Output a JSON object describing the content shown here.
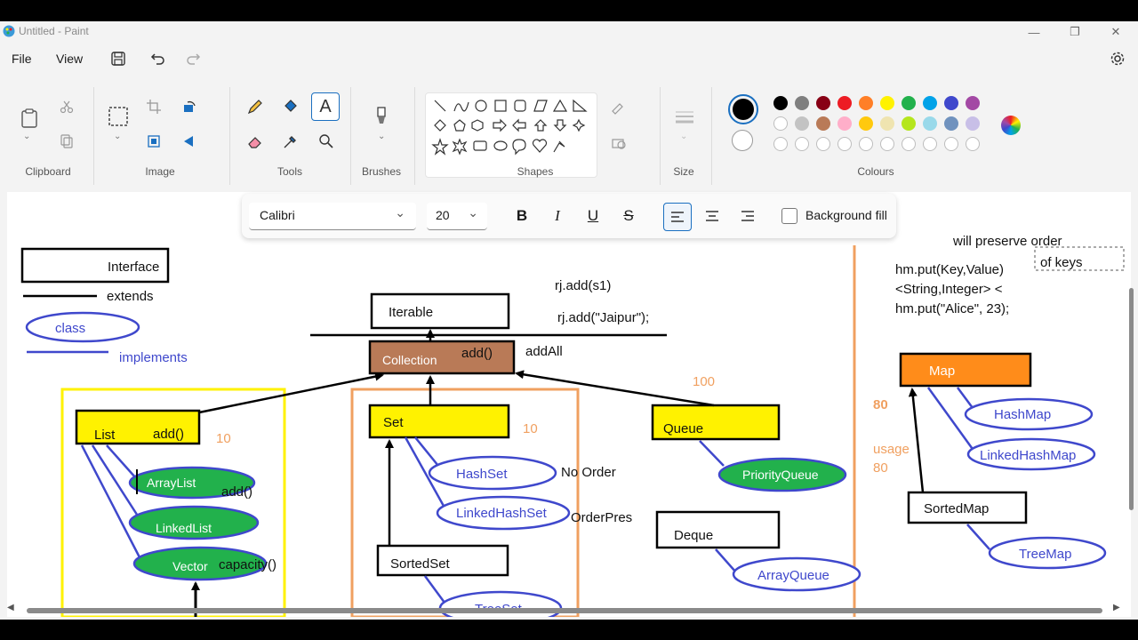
{
  "window": {
    "title": "Untitled - Paint",
    "minimize": "—",
    "restore": "❐",
    "close": "✕"
  },
  "menu": {
    "file": "File",
    "view": "View"
  },
  "ribbon": {
    "groups": {
      "clipboard": "Clipboard",
      "image": "Image",
      "tools": "Tools",
      "brushes": "Brushes",
      "shapes": "Shapes",
      "size": "Size",
      "colours": "Colours"
    },
    "primary_color": "#000000",
    "secondary_color": "#ffffff",
    "palette_row1": [
      "#000000",
      "#7f7f7f",
      "#880015",
      "#ed1c24",
      "#ff7f27",
      "#fff200",
      "#22b14c",
      "#00a2e8",
      "#3f48cc",
      "#a349a4"
    ],
    "palette_row2": [
      "#ffffff",
      "#c3c3c3",
      "#b97a57",
      "#ffaec9",
      "#ffc90e",
      "#efe4b0",
      "#b5e61d",
      "#99d9ea",
      "#7092be",
      "#c8bfe7"
    ]
  },
  "text_toolbar": {
    "font": "Calibri",
    "size": "20",
    "background_fill": "Background fill"
  },
  "diagram": {
    "legend": {
      "interface": "Interface",
      "extends": "extends",
      "class": "class",
      "implements": "implements"
    },
    "nodes": {
      "iterable": "Iterable",
      "collection": "Collection",
      "collection_add": "add()",
      "add_all": "addAll",
      "list": "List",
      "list_add": "add()",
      "set": "Set",
      "queue": "Queue",
      "deque": "Deque",
      "sorted_set": "SortedSet",
      "map": "Map",
      "sorted_map": "SortedMap"
    },
    "classes": {
      "array_list": "ArrayList",
      "linked_list": "LinkedList",
      "vector": "Vector",
      "hash_set": "HashSet",
      "linked_hash_set": "LinkedHashSet",
      "tree_set": "TreeSet",
      "priority_queue": "PriorityQueue",
      "array_queue": "ArrayQueue",
      "hash_map": "HashMap",
      "linked_hash_map": "LinkedHashMap",
      "tree_map": "TreeMap"
    },
    "notes": {
      "rj_add_s1": "rj.add(s1)",
      "rj_add_jaipur": "rj.add(\"Jaipur\");",
      "array_add": "add()",
      "capacity": "capacity()",
      "no_order": "No  Order",
      "order_pres": "OrderPres",
      "n10_list": "10",
      "n10_set": "10",
      "n100": "100",
      "n80a": "80",
      "usage": "usage",
      "n80b": "80",
      "will_preserve": "will preserve order",
      "of_keys": "of keys",
      "hm_put_kv": "hm.put(Key,Value)",
      "generic": "<String,Integer> <",
      "hm_put_alice": "hm.put(\"Alice\", 23);"
    },
    "colors": {
      "yellow": "#ffff00",
      "orange": "#ff8c1a",
      "brown": "#b97a57",
      "green": "#22b14c",
      "blue": "#3f48cc",
      "orange_line": "#f0a060"
    }
  }
}
